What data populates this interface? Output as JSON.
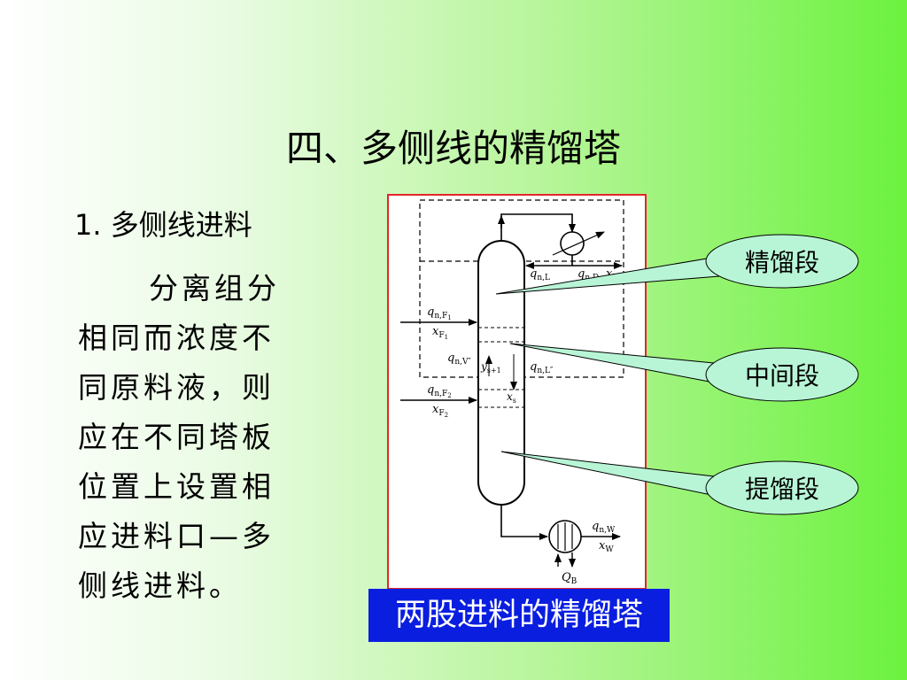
{
  "slide": {
    "title": "四、多侧线的精馏塔",
    "heading": "1. 多侧线进料",
    "body": "分离组分相同而浓度不同原料液，则应在不同塔板位置上设置相应进料口—多侧线进料。",
    "caption": "两股进料的精馏塔"
  },
  "diagram": {
    "callouts": [
      {
        "label": "精馏段"
      },
      {
        "label": "中间段"
      },
      {
        "label": "提馏段"
      }
    ],
    "labels": {
      "qnL": {
        "main": "q",
        "sub": "n,L"
      },
      "qnD": {
        "main": "q",
        "sub": "n,D"
      },
      "xD": {
        "main": "x",
        "sub": "D"
      },
      "qnF1": {
        "main": "q",
        "sub": "n,F"
      },
      "F1sub": "1",
      "xF1": {
        "main": "x",
        "sub": "F"
      },
      "qnV2": {
        "main": "q",
        "sub": "n,V″"
      },
      "ys1": {
        "main": "y",
        "sub": "s+1"
      },
      "qnL2": {
        "main": "q",
        "sub": "n,L″"
      },
      "qnF2": {
        "main": "q",
        "sub": "n,F"
      },
      "F2sub": "2",
      "xs": {
        "main": "x",
        "sub": "s"
      },
      "xF2": {
        "main": "x",
        "sub": "F"
      },
      "qnW": {
        "main": "q",
        "sub": "n,W"
      },
      "xW": {
        "main": "x",
        "sub": "W"
      },
      "QB": {
        "main": "Q",
        "sub": "B"
      }
    }
  },
  "colors": {
    "frame_border": "#e3262a",
    "caption_bg": "#0a1ee0",
    "callout_fill": "#b8f5d6"
  }
}
